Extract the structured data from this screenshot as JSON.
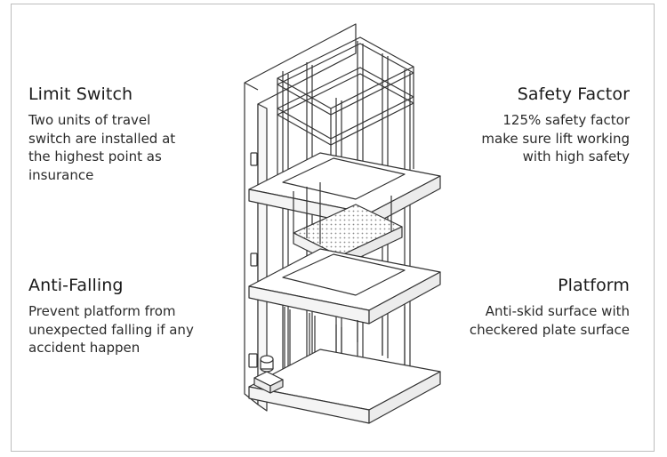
{
  "features": {
    "limit_switch": {
      "title": "Limit Switch",
      "lines": [
        "Two units of travel",
        "switch are installed at",
        "the highest point as",
        "insurance"
      ]
    },
    "safety_factor": {
      "title": "Safety Factor",
      "lines": [
        "125% safety factor",
        "make sure lift working",
        "with high safety"
      ]
    },
    "anti_falling": {
      "title": "Anti-Falling",
      "lines": [
        "Prevent platform from",
        "unexpected falling if any",
        "accident happen"
      ]
    },
    "platform": {
      "title": "Platform",
      "lines": [
        "Anti-skid surface with",
        "checkered plate surface"
      ]
    }
  },
  "colors": {
    "line": "#333333",
    "frame_border": "#bdbdbd",
    "checker": "#9a9a9a"
  }
}
